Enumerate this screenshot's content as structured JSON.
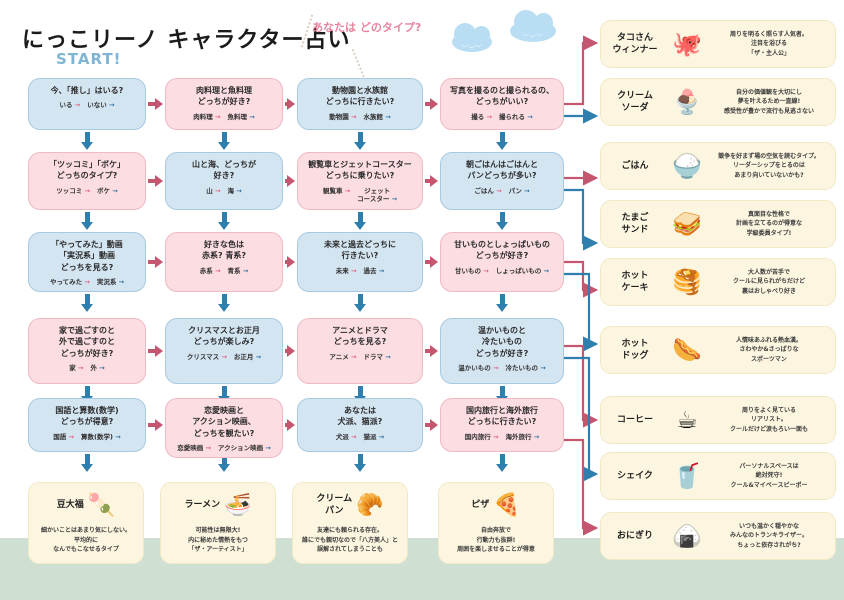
{
  "header": {
    "title": "にっこリーノ キャラクター占い",
    "subtitle": "あなたは\nどのタイプ?",
    "start_label": "START!"
  },
  "decor": {
    "cloud_face": "◡‿◡"
  },
  "questions": [
    {
      "id": "q1",
      "color": "blue",
      "text": "今、「推し」はいる?",
      "answer_a": "いる",
      "answer_b": "いない",
      "arrow_a": "pink",
      "arrow_b": "blue"
    },
    {
      "id": "q2",
      "color": "pink",
      "text": "肉料理と魚料理\nどっちが好き?",
      "answer_a": "肉料理",
      "answer_b": "魚料理",
      "arrow_a": "pink",
      "arrow_b": "blue"
    },
    {
      "id": "q3",
      "color": "blue",
      "text": "動物園と水族館\nどっちに行きたい?",
      "answer_a": "動物園",
      "answer_b": "水族館",
      "arrow_a": "pink",
      "arrow_b": "blue"
    },
    {
      "id": "q4",
      "color": "pink",
      "text": "写真を撮るのと撮られるの、\nどっちがいい?",
      "answer_a": "撮る",
      "answer_b": "撮られる",
      "arrow_a": "pink",
      "arrow_b": "blue"
    },
    {
      "id": "q5",
      "color": "pink",
      "text": "「ツッコミ」「ボケ」\nどっちのタイプ?",
      "answer_a": "ツッコミ",
      "answer_b": "ボケ",
      "arrow_a": "pink",
      "arrow_b": "blue"
    },
    {
      "id": "q6",
      "color": "blue",
      "text": "山と海、どっちが\n好き?",
      "answer_a": "山",
      "answer_b": "海",
      "arrow_a": "pink",
      "arrow_b": "blue"
    },
    {
      "id": "q7",
      "color": "pink",
      "text": "観覧車とジェットコースター\nどっちに乗りたい?",
      "answer_a": "観覧車",
      "answer_b": "ジェット\nコースター",
      "arrow_a": "pink",
      "arrow_b": "blue"
    },
    {
      "id": "q8",
      "color": "blue",
      "text": "朝ごはんはごはんと\nパンどっちが多い?",
      "answer_a": "ごはん",
      "answer_b": "パン",
      "arrow_a": "pink",
      "arrow_b": "blue"
    },
    {
      "id": "q9",
      "color": "blue",
      "text": "「やってみた」動画\n「実況系」動画\nどっちを見る?",
      "answer_a": "やってみた",
      "answer_b": "実況系",
      "arrow_a": "pink",
      "arrow_b": "blue"
    },
    {
      "id": "q10",
      "color": "pink",
      "text": "好きな色は\n赤系? 青系?",
      "answer_a": "赤系",
      "answer_b": "青系",
      "arrow_a": "pink",
      "arrow_b": "blue"
    },
    {
      "id": "q11",
      "color": "blue",
      "text": "未来と過去どっちに\n行きたい?",
      "answer_a": "未来",
      "answer_b": "過去",
      "arrow_a": "pink",
      "arrow_b": "blue"
    },
    {
      "id": "q12",
      "color": "pink",
      "text": "甘いものとしょっぱいもの\nどっちが好き?",
      "answer_a": "甘いもの",
      "answer_b": "しょっぱいもの",
      "arrow_a": "pink",
      "arrow_b": "blue"
    },
    {
      "id": "q13",
      "color": "pink",
      "text": "家で過ごすのと\n外で過ごすのと\nどっちが好き?",
      "answer_a": "家",
      "answer_b": "外",
      "arrow_a": "pink",
      "arrow_b": "blue"
    },
    {
      "id": "q14",
      "color": "blue",
      "text": "クリスマスとお正月\nどっちが楽しみ?",
      "answer_a": "クリスマス",
      "answer_b": "お正月",
      "arrow_a": "pink",
      "arrow_b": "blue"
    },
    {
      "id": "q15",
      "color": "pink",
      "text": "アニメとドラマ\nどっちを見る?",
      "answer_a": "アニメ",
      "answer_b": "ドラマ",
      "arrow_a": "pink",
      "arrow_b": "blue"
    },
    {
      "id": "q16",
      "color": "blue",
      "text": "温かいものと\n冷たいもの\nどっちが好き?",
      "answer_a": "温かいもの",
      "answer_b": "冷たいもの",
      "arrow_a": "pink",
      "arrow_b": "blue"
    },
    {
      "id": "q17",
      "color": "blue",
      "text": "国語と算数(数学)\nどっちが得意?",
      "answer_a": "国語",
      "answer_b": "算数(数学)",
      "arrow_a": "pink",
      "arrow_b": "blue"
    },
    {
      "id": "q18",
      "color": "pink",
      "text": "恋愛映画と\nアクション映画、\nどっちを観たい?",
      "answer_a": "恋愛映画",
      "answer_b": "アクション映画",
      "arrow_a": "pink",
      "arrow_b": "blue"
    },
    {
      "id": "q19",
      "color": "blue",
      "text": "あなたは\n犬派、猫派?",
      "answer_a": "犬派",
      "answer_b": "猫派",
      "arrow_a": "pink",
      "arrow_b": "blue"
    },
    {
      "id": "q20",
      "color": "pink",
      "text": "国内旅行と海外旅行\nどっちに行きたい?",
      "answer_a": "国内旅行",
      "answer_b": "海外旅行",
      "arrow_a": "pink",
      "arrow_b": "blue"
    }
  ],
  "results_right": [
    {
      "name": "タコさん\nウィンナー",
      "icon": "🐙",
      "desc": "周りを明るく照らす人気者。\n注目を浴びる\n「ザ・主人公」"
    },
    {
      "name": "クリーム\nソーダ",
      "icon": "🍨",
      "desc": "自分の価値観を大切にし\n夢を叶えるため一直線!\n感受性が豊かで流行も見逃さない"
    },
    {
      "name": "ごはん",
      "icon": "🍚",
      "desc": "競争を好まず場の空気を読むタイプ。\nリーダーシップをとるのは\nあまり向いていないかも?"
    },
    {
      "name": "たまご\nサンド",
      "icon": "🥪",
      "desc": "真面目な性格で\n計画を立てるのが得意な\n学級委員タイプ!"
    },
    {
      "name": "ホット\nケーキ",
      "icon": "🥞",
      "desc": "大人数が苦手で\nクールに見られがちだけど\n裏はおしゃべり好き"
    },
    {
      "name": "ホット\nドッグ",
      "icon": "🌭",
      "desc": "人情味あふれる熱血漢。\nさわやか&さっぱりな\nスポーツマン"
    },
    {
      "name": "コーヒー",
      "icon": "☕",
      "desc": "周りをよく見ている\nリアリスト。\nクールだけど涙もろい一面も"
    },
    {
      "name": "シェイク",
      "icon": "🥤",
      "desc": "パーソナルスペースは\n絶対死守!\nクール&マイペースピーポー"
    },
    {
      "name": "おにぎり",
      "icon": "🍙",
      "desc": "いつも温かく穏やかな\nみんなのトランキライザー。\nちょっと依存されがち?"
    }
  ],
  "results_bottom": [
    {
      "name": "豆大福",
      "icon": "🍡",
      "desc": "細かいことはあまり気にしない。\n平均的に\nなんでもこなせるタイプ"
    },
    {
      "name": "ラーメン",
      "icon": "🍜",
      "desc": "可能性は無限大!\n内に秘めた情熱をもつ\n「ザ・アーティスト」"
    },
    {
      "name": "クリーム\nパン",
      "icon": "🥐",
      "desc": "友達にも頼られる存在。\n誰にでも親切なので「八方美人」と\n誤解されてしまうことも"
    },
    {
      "name": "ピザ",
      "icon": "🍕",
      "desc": "自由奔放で\n行動力も抜群!\n周囲を楽しませることが得意"
    }
  ],
  "colors": {
    "pink_box": "#fbdde2",
    "blue_box": "#d4e5f2",
    "cream_card": "#fcf6e0",
    "pink_arrow": "#c4566f",
    "blue_arrow": "#2f7fae",
    "ground": "#cfe0d2"
  }
}
